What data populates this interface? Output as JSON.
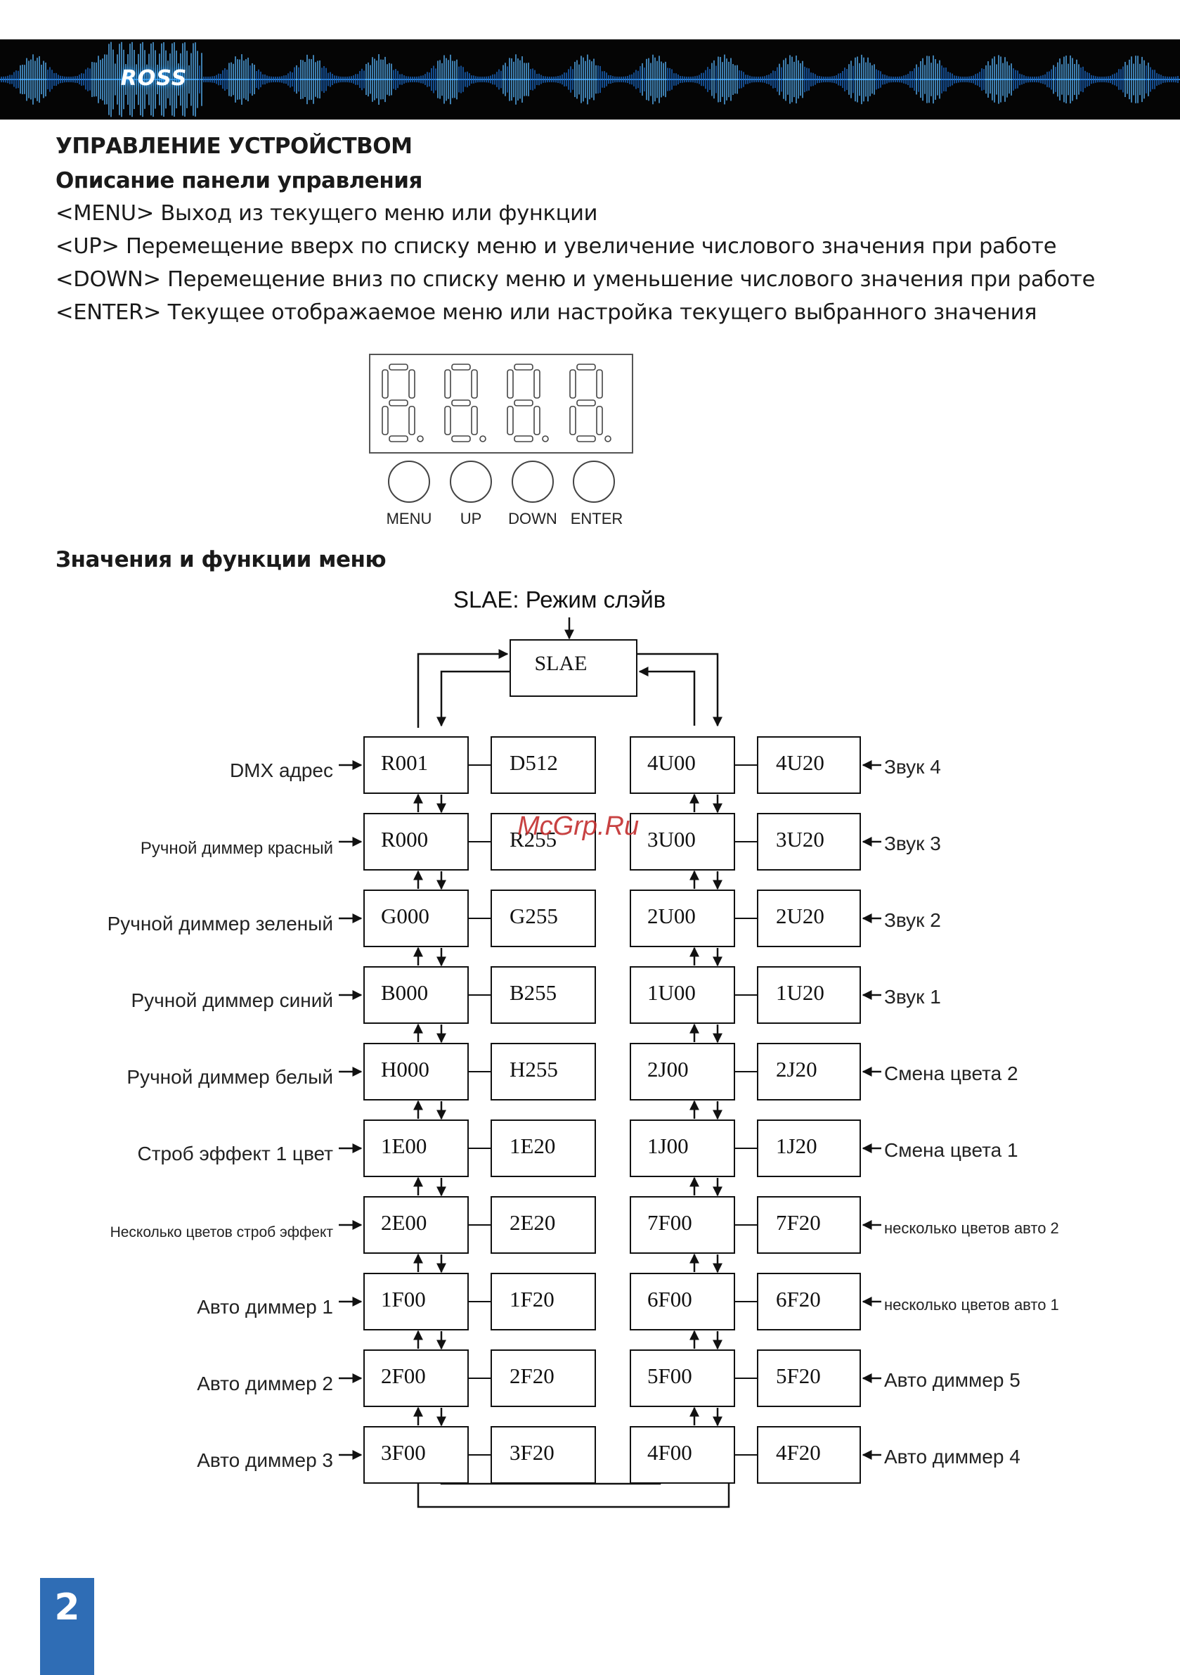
{
  "brand": {
    "logo_text": "ROSS"
  },
  "section_title": "УПРАВЛЕНИЕ УСТРОЙСТВОМ",
  "panel_heading": "Описание панели управления",
  "descriptions": [
    "<MENU> Выход из текущего меню или функции",
    "<UP> Перемещение вверх по списку меню и увеличение числового значения при работе",
    "<DOWN> Перемещение вниз по списку меню и уменьшение  числового значения при работе",
    "<ENTER> Текущее отображаемое меню или настройка текущего  выбранного значения"
  ],
  "control_panel": {
    "display_digits": 4,
    "buttons": [
      "MENU",
      "UP",
      "DOWN",
      "ENTER"
    ]
  },
  "menu_heading": "Значения и функции меню",
  "diagram": {
    "top_label": "SLAE: Режим слэйв",
    "top_box": "SLAE",
    "left_labels": [
      "DMX адрес",
      "Ручной диммер красный",
      "Ручной диммер зеленый",
      "Ручной диммер синий",
      "Ручной диммер белый",
      "Строб эффект 1 цвет",
      "Несколько цветов строб эффект",
      "Авто диммер 1",
      "Авто диммер 2",
      "Авто диммер 3"
    ],
    "col1": [
      "R001",
      "R000",
      "G000",
      "B000",
      "H000",
      "1E00",
      "2E00",
      "1F00",
      "2F00",
      "3F00"
    ],
    "col2": [
      "D512",
      "R255",
      "G255",
      "B255",
      "H255",
      "1E20",
      "2E20",
      "1F20",
      "2F20",
      "3F20"
    ],
    "col3": [
      "4U00",
      "3U00",
      "2U00",
      "1U00",
      "2J00",
      "1J00",
      "7F00",
      "6F00",
      "5F00",
      "4F00"
    ],
    "col4": [
      "4U20",
      "3U20",
      "2U20",
      "1U20",
      "2J20",
      "1J20",
      "7F20",
      "6F20",
      "5F20",
      "4F20"
    ],
    "right_labels": [
      "Звук 4",
      "Звук 3",
      "Звук 2",
      "Звук 1",
      "Смена цвета 2",
      "Смена цвета 1",
      "несколько цветов авто 2",
      "несколько цветов авто 1",
      "Авто диммер 5",
      "Авто диммер 4"
    ]
  },
  "watermark": "McGrp.Ru",
  "page_number": "2"
}
